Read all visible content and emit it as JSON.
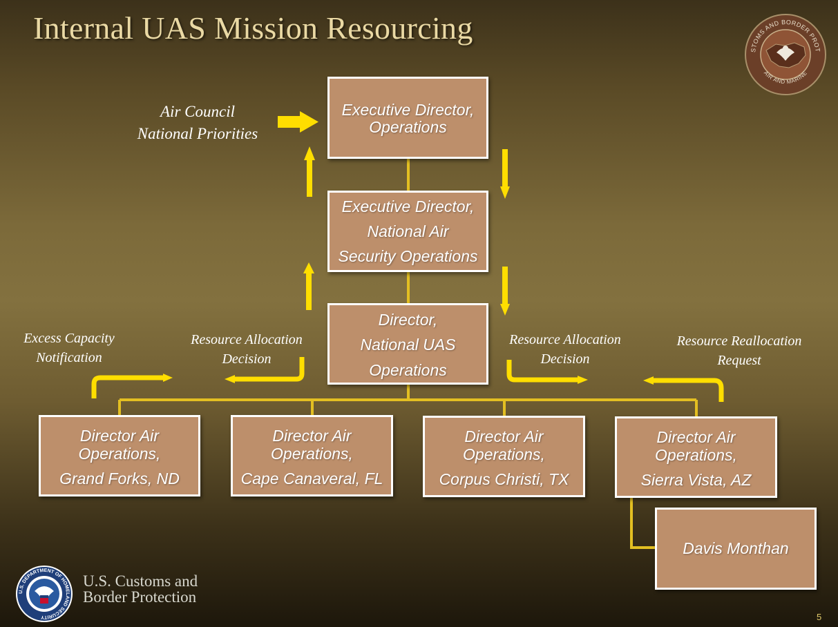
{
  "title": "Internal UAS Mission Resourcing",
  "colors": {
    "box_fill": "#bd8f6b",
    "box_border": "#ffffff",
    "arrow": "#ffde00",
    "connector": "#e3bf22",
    "title": "#ead9a4"
  },
  "boxes": {
    "exec_ops": [
      "Executive Director,",
      "Operations"
    ],
    "exec_nasa": [
      "Executive Director,",
      "National Air",
      "Security Operations"
    ],
    "dir_uas": [
      "Director,",
      "National UAS",
      "Operations"
    ],
    "grand_forks": [
      "Director Air",
      "Operations,",
      "Grand Forks, ND"
    ],
    "cape_canaveral": [
      "Director Air",
      "Operations,",
      "Cape Canaveral, FL"
    ],
    "corpus_christi": [
      "Director Air",
      "Operations,",
      "Corpus Christi, TX"
    ],
    "sierra_vista": [
      "Director Air",
      "Operations,",
      "Sierra Vista, AZ"
    ],
    "davis_monthan": [
      "Davis Monthan"
    ]
  },
  "annotations": {
    "air_council": [
      "Air Council",
      "National Priorities"
    ],
    "excess_capacity": [
      "Excess Capacity",
      "Notification"
    ],
    "alloc_left": [
      "Resource Allocation",
      "Decision"
    ],
    "alloc_right": [
      "Resource Allocation",
      "Decision"
    ],
    "realloc": [
      "Resource Reallocation",
      "Request"
    ]
  },
  "footer": {
    "org_line1": "U.S. Customs and",
    "org_line2": "Border Protection",
    "page_number": "5"
  },
  "logos": {
    "amo_seal": {
      "icon": "amo-seal-icon",
      "text_top": "U.S. CUSTOMS AND BORDER PROTECTION",
      "text_bottom": "AIR AND MARINE"
    },
    "dhs_seal": {
      "icon": "dhs-seal-icon",
      "text": "U.S. DEPARTMENT OF HOMELAND SECURITY"
    }
  }
}
